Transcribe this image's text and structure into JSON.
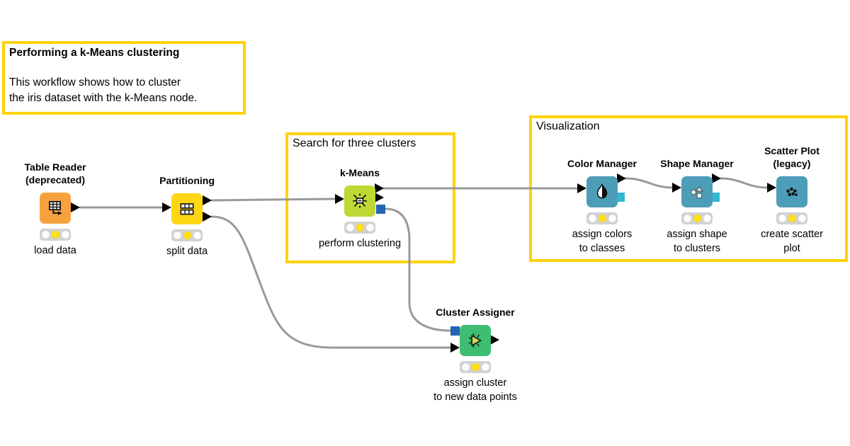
{
  "app": {
    "view": "KNIME workflow canvas",
    "background_color": "#FFFFFF"
  },
  "annotations": {
    "note": {
      "title": "Performing a k-Means clustering",
      "body": [
        "This workflow shows how to cluster",
        "the iris dataset with the k-Means node."
      ],
      "border_color": "#FFD20A"
    },
    "search_box": {
      "title": "Search for three clusters",
      "border_color": "#FFD20A"
    },
    "viz_box": {
      "title": "Visualization",
      "border_color": "#FFD20A"
    }
  },
  "nodes": [
    {
      "name": "table-reader",
      "title": [
        "Table Reader",
        "(deprecated)"
      ],
      "label": [
        "load data"
      ],
      "color": "#F6A33F",
      "state": "configured"
    },
    {
      "name": "partitioning",
      "title": [
        "Partitioning"
      ],
      "label": [
        "split data"
      ],
      "color": "#FED615",
      "state": "configured"
    },
    {
      "name": "k-means",
      "title": [
        "k-Means"
      ],
      "label": [
        "perform clustering"
      ],
      "color": "#BED732",
      "state": "configured"
    },
    {
      "name": "color-manager",
      "title": [
        "Color Manager"
      ],
      "label": [
        "assign colors",
        "to classes"
      ],
      "color": "#4D9DB8",
      "state": "configured"
    },
    {
      "name": "shape-manager",
      "title": [
        "Shape Manager"
      ],
      "label": [
        "assign shape",
        "to clusters"
      ],
      "color": "#4D9DB8",
      "state": "configured"
    },
    {
      "name": "scatter-plot",
      "title": [
        "Scatter Plot",
        "(legacy)"
      ],
      "label": [
        "create scatter",
        "plot"
      ],
      "color": "#4D9DB8",
      "state": "configured"
    },
    {
      "name": "cluster-assigner",
      "title": [
        "Cluster Assigner"
      ],
      "label": [
        "assign cluster",
        "to new data points"
      ],
      "color": "#3DBE73",
      "state": "configured"
    }
  ],
  "ports": {
    "data_port_color": "#000000",
    "model_port_color": "#2265B3",
    "viz_model_port_color": "#2FB7D5"
  },
  "connections": {
    "wire_color": "#999999",
    "list": [
      "table-reader -> partitioning",
      "partitioning -> k-means",
      "partitioning -> cluster-assigner",
      "k-means -> color-manager",
      "k-means -> cluster-assigner (model)",
      "color-manager -> shape-manager",
      "shape-manager -> scatter-plot"
    ]
  },
  "traffic_light": {
    "active": "yellow",
    "active_color": "#FFE117",
    "inactive_color": "#FDFDFD"
  }
}
